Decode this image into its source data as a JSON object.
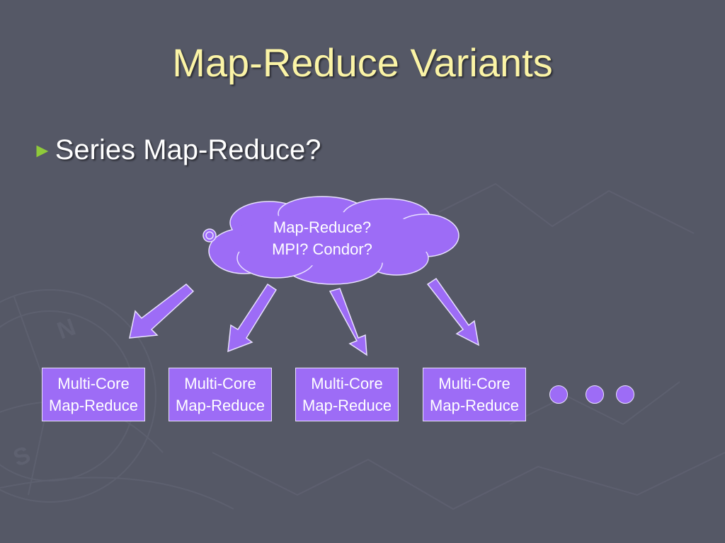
{
  "slide": {
    "title": "Map-Reduce Variants",
    "bullet": "Series Map-Reduce?",
    "bullet_marker": "►"
  },
  "diagram": {
    "cloud": {
      "line1": "Map-Reduce?",
      "line2": "MPI? Condor?"
    },
    "nodes": [
      {
        "line1": "Multi-Core",
        "line2": "Map-Reduce"
      },
      {
        "line1": "Multi-Core",
        "line2": "Map-Reduce"
      },
      {
        "line1": "Multi-Core",
        "line2": "Map-Reduce"
      },
      {
        "line1": "Multi-Core",
        "line2": "Map-Reduce"
      }
    ],
    "continuation": "ellipsis-dots"
  },
  "colors": {
    "background": "#555866",
    "title": "#fbf4a6",
    "text": "#ffffff",
    "bullet_marker": "#8fca3a",
    "shape_fill": "#9d6cf6",
    "shape_border": "#e8e0ff"
  }
}
